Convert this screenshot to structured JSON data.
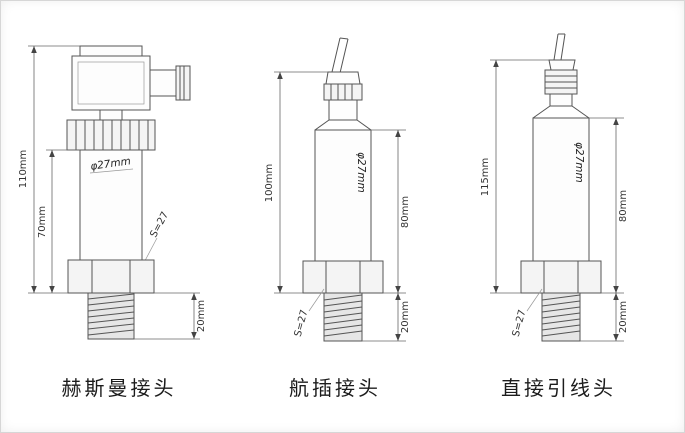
{
  "figures": [
    {
      "caption": "赫斯曼接头",
      "dims": {
        "overall": "110mm",
        "body": "70mm",
        "thread": "20mm",
        "diameter": "φ27mm",
        "spanner": "S=27"
      }
    },
    {
      "caption": "航插接头",
      "dims": {
        "overall": "100mm",
        "body": "80mm",
        "thread": "20mm",
        "diameter": "φ27mm",
        "spanner": "S=27"
      }
    },
    {
      "caption": "直接引线头",
      "dims": {
        "overall": "115mm",
        "body": "80mm",
        "thread": "20mm",
        "diameter": "φ27mm",
        "spanner": "S=27"
      }
    }
  ]
}
